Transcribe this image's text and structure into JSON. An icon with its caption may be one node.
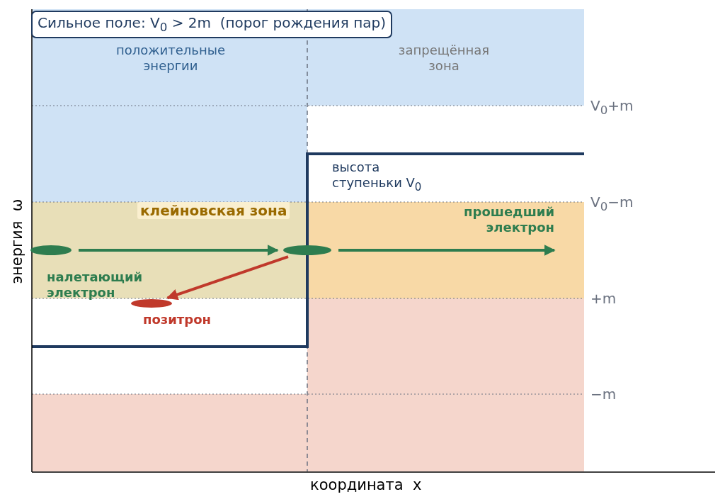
{
  "diagram": {
    "title": "Сильное поле: V$_{0}$ > 2m  (порог рождения пар)",
    "nodes": [
      {
        "text": [],
        "shape": "ellipse"
      },
      {
        "text": [],
        "shape": "ellipse"
      },
      {
        "text": [],
        "shape": "ellipse",
        "beside": [
          "позитрон"
        ]
      },
      {
        "text": [
          "прошедший электрон"
        ]
      }
    ],
    "edges": [
      {
        "from": 0,
        "to": 1,
        "arrow": "to"
      },
      {
        "from": 1,
        "to": 3,
        "arrow": "to"
      },
      {
        "from": 1,
        "to": 2,
        "arrow": "to",
        "color": "#c0392b"
      }
    ],
    "labels": [
      "положительные энергии",
      "запрещённая зона",
      "V$_{0}$+m",
      "высота ступеньки V$_{0}$",
      "клейновская зона",
      "V$_{0}$−m",
      "налетающий электрон",
      "+m",
      "−m",
      "энергия  ω",
      "координата  x"
    ]
  }
}
